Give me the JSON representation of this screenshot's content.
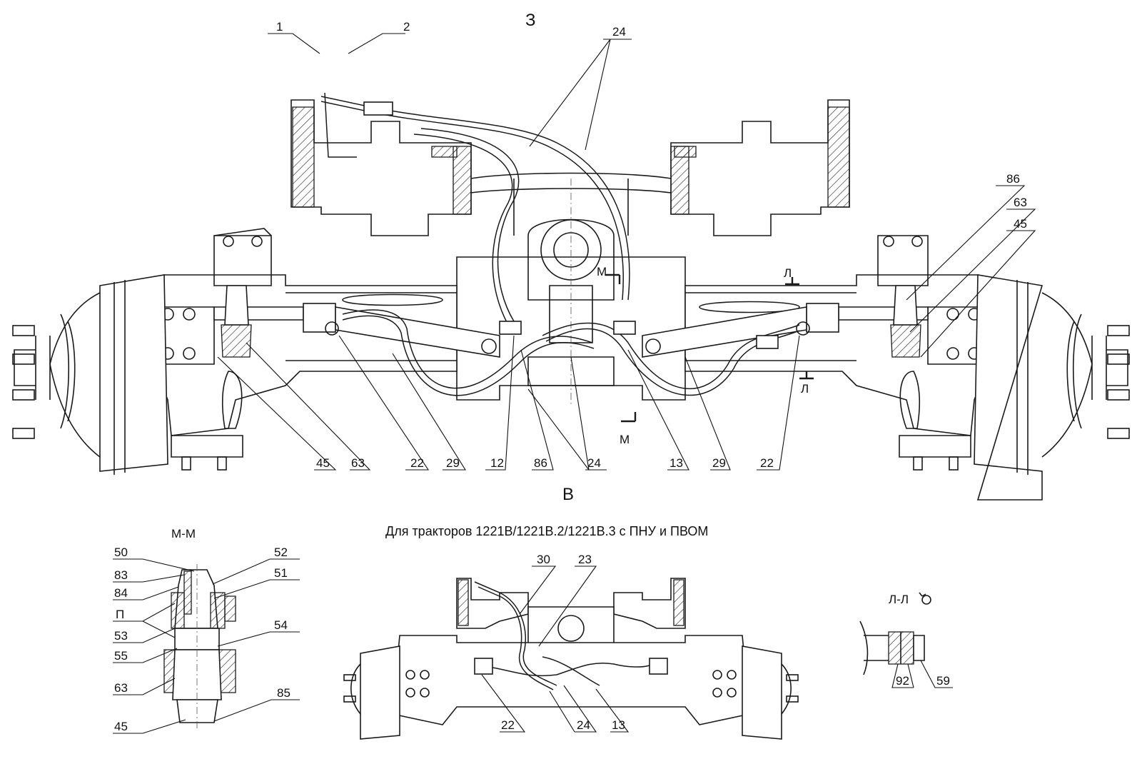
{
  "view_labels": {
    "top": "З",
    "bottom": "В"
  },
  "caption": "Для тракторов 1221В/1221В.2/1221В.3 с ПНУ и ПВОМ",
  "section_titles": {
    "mm": "М-М",
    "ll": "Л-Л"
  },
  "section_marks": {
    "m": "М",
    "l": "Л"
  },
  "callouts_main": [
    "1",
    "2",
    "24",
    "86",
    "63",
    "45",
    "45",
    "63",
    "22",
    "29",
    "12",
    "86",
    "24",
    "13",
    "29",
    "22"
  ],
  "callouts_mm": [
    "50",
    "52",
    "83",
    "51",
    "84",
    "П",
    "54",
    "53",
    "55",
    "63",
    "85",
    "45"
  ],
  "callouts_small": [
    "30",
    "23",
    "22",
    "24",
    "13"
  ],
  "callouts_ll": [
    "92",
    "59"
  ],
  "colors": {
    "line": "#1a1a1a",
    "background": "#ffffff"
  }
}
